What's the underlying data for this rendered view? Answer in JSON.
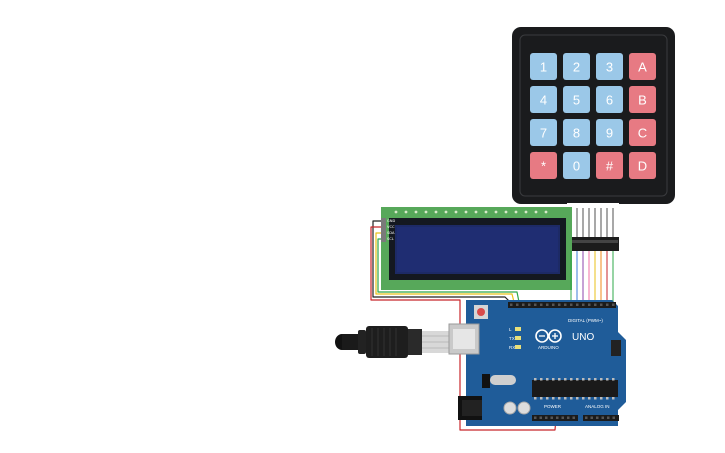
{
  "keypad": {
    "rows": [
      [
        {
          "label": "1",
          "kind": "num"
        },
        {
          "label": "2",
          "kind": "num"
        },
        {
          "label": "3",
          "kind": "num"
        },
        {
          "label": "A",
          "kind": "letter"
        }
      ],
      [
        {
          "label": "4",
          "kind": "num"
        },
        {
          "label": "5",
          "kind": "num"
        },
        {
          "label": "6",
          "kind": "num"
        },
        {
          "label": "B",
          "kind": "letter"
        }
      ],
      [
        {
          "label": "7",
          "kind": "num"
        },
        {
          "label": "8",
          "kind": "num"
        },
        {
          "label": "9",
          "kind": "num"
        },
        {
          "label": "C",
          "kind": "letter"
        }
      ],
      [
        {
          "label": "*",
          "kind": "symbol"
        },
        {
          "label": "0",
          "kind": "num"
        },
        {
          "label": "#",
          "kind": "symbol"
        },
        {
          "label": "D",
          "kind": "letter"
        }
      ]
    ]
  },
  "lcd": {
    "pin_labels": [
      "GND",
      "VCC",
      "SDA",
      "SCL"
    ]
  },
  "arduino": {
    "brand": "ARDUINO",
    "model": "UNO",
    "digital_label": "DIGITAL (PWM~)",
    "power_label": "POWER",
    "analog_label": "ANALOG IN",
    "led_labels": [
      "L",
      "TX",
      "RX"
    ]
  },
  "colors": {
    "keypad_body": "#1a1b1d",
    "key_blue": "#9bc8e8",
    "key_red": "#e77a83",
    "lcd_pcb": "#57a85a",
    "lcd_screen": "#1d2a66",
    "arduino_board": "#1f5c99",
    "wire_red": "#c8262b",
    "wire_black": "#222222",
    "wire_yellow": "#e8c21a",
    "wire_green": "#2fa84a",
    "wire_blue": "#3b7dd8",
    "wire_orange": "#f08a1b",
    "wire_purple": "#8e44ad",
    "wire_pink": "#f06fa6"
  },
  "icons": [
    "usb-cable-icon",
    "arduino-logo-icon",
    "reset-button-icon",
    "power-jack-icon"
  ]
}
